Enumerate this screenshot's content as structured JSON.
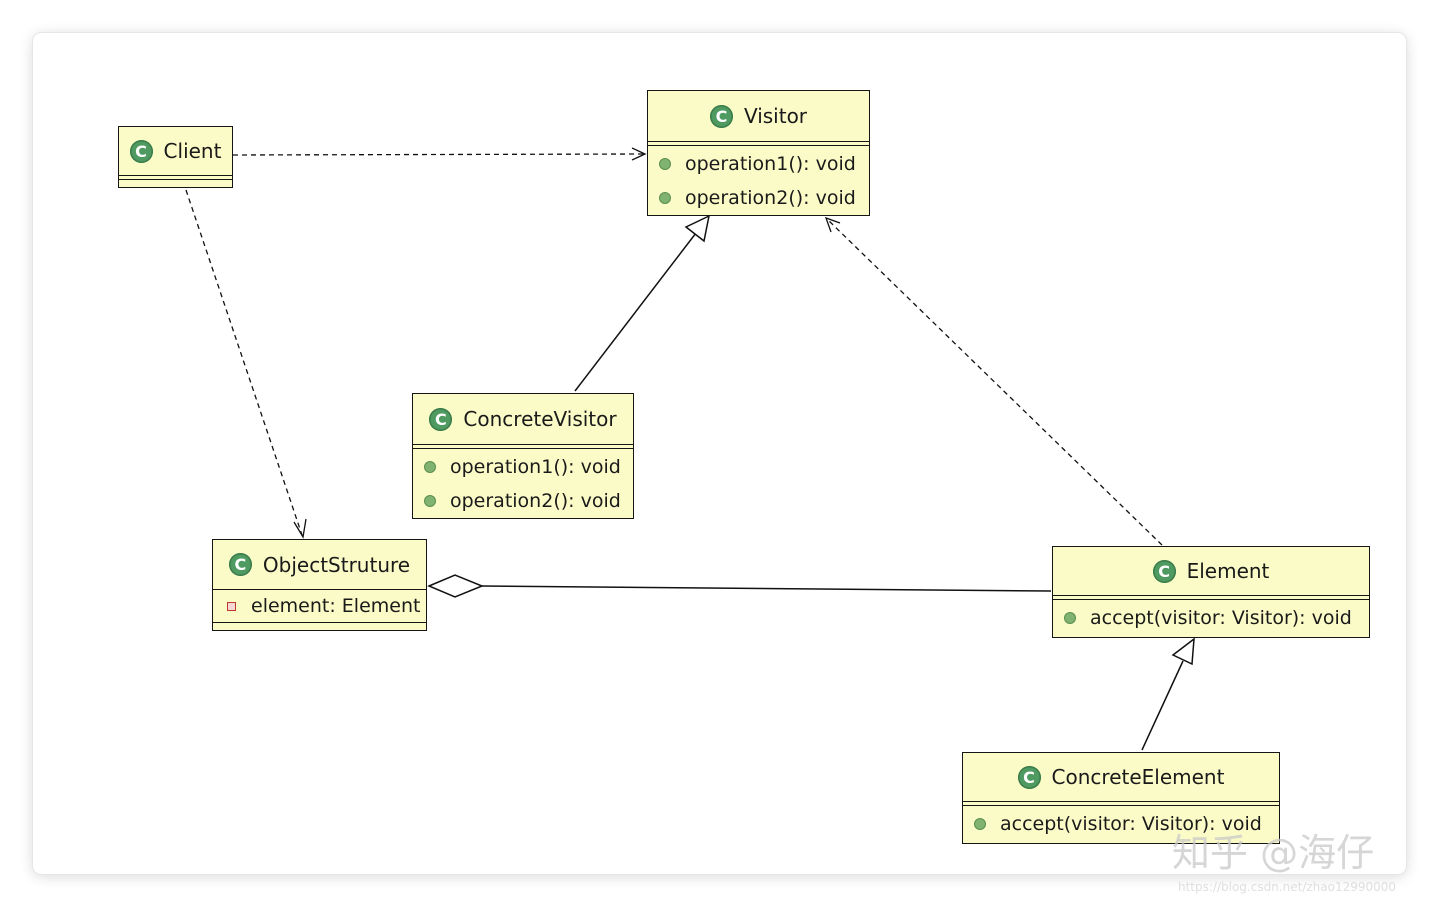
{
  "classes": {
    "client": {
      "name": "Client",
      "icon": "class-c-icon"
    },
    "visitor": {
      "name": "Visitor",
      "members": [
        "operation1(): void",
        "operation2(): void"
      ]
    },
    "concrete_visitor": {
      "name": "ConcreteVisitor",
      "members": [
        "operation1(): void",
        "operation2(): void"
      ]
    },
    "object_structure": {
      "name": "ObjectStruture",
      "members": [
        "element: Element"
      ]
    },
    "element": {
      "name": "Element",
      "members": [
        "accept(visitor: Visitor): void"
      ]
    },
    "concrete_element": {
      "name": "ConcreteElement",
      "members": [
        "accept(visitor: Visitor): void"
      ]
    }
  },
  "icon_letter": "C",
  "watermark": {
    "text": "知乎 @海仔",
    "url": "https://blog.csdn.net/zhao12990000"
  },
  "colors": {
    "class_fill": "#fbfbc8",
    "icon_green": "#4f9a61",
    "method_dot": "#7fb36f",
    "private_marker": "#c0392b"
  }
}
